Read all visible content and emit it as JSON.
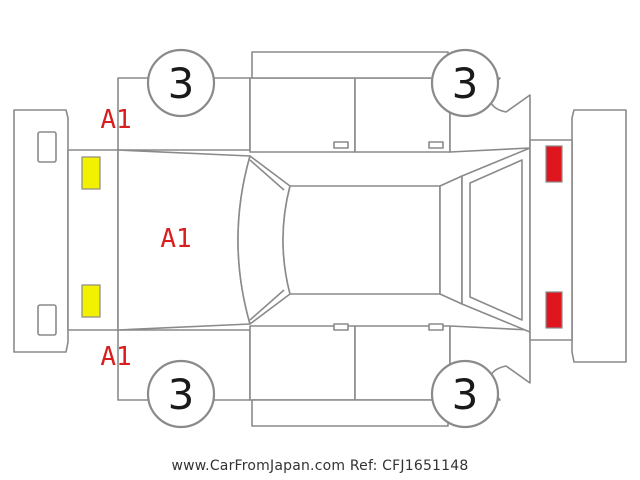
{
  "markers": {
    "front_left_wheel": "3",
    "rear_left_wheel": "3",
    "front_right_wheel": "3",
    "rear_right_wheel": "3",
    "left_front_fender": "A1",
    "hood": "A1",
    "right_front_fender": "A1"
  },
  "colors": {
    "outline": "#8a8a8a",
    "damage_code": "#d81e1e",
    "headlight_lamp": "#f2f200",
    "taillight_lamp": "#e0161e"
  },
  "footer": {
    "text": "www.CarFromJapan.com Ref: CFJ1651148"
  }
}
